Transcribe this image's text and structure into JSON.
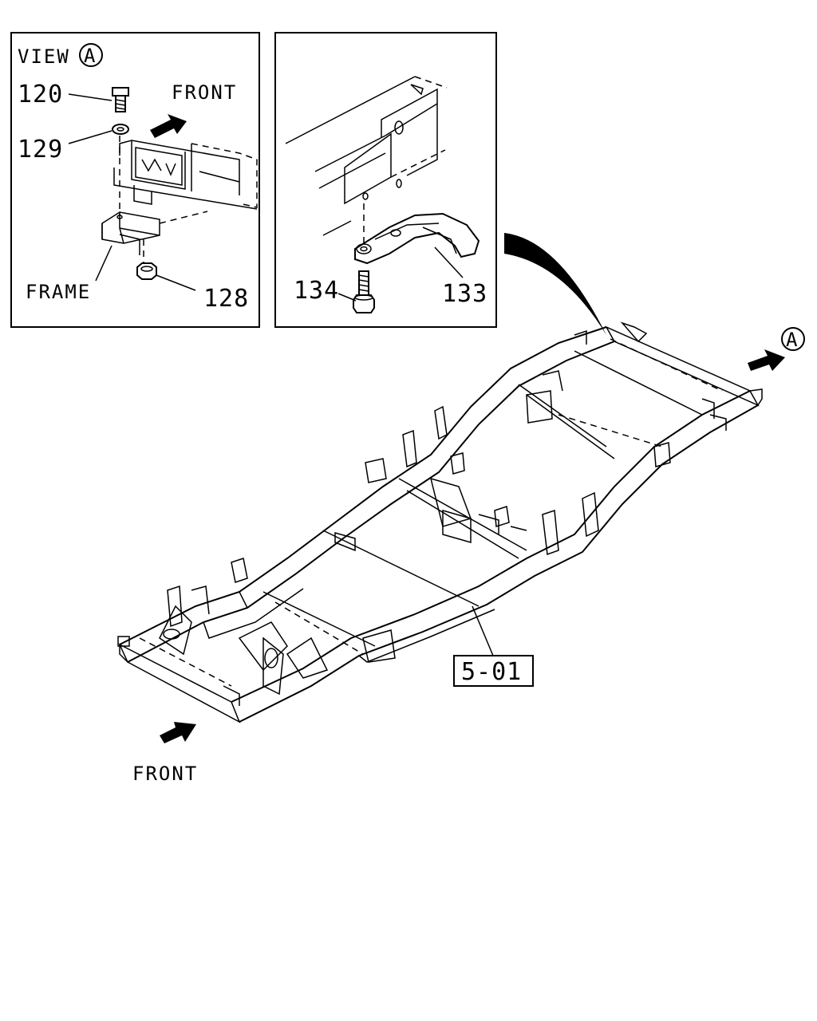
{
  "view_panel": {
    "title": "VIEW",
    "title_marker": "A",
    "front_label": "FRONT",
    "frame_label": "FRAME",
    "callouts": [
      "120",
      "129",
      "128"
    ]
  },
  "bracket_panel": {
    "callouts": [
      "134",
      "133"
    ]
  },
  "main": {
    "view_marker": "A",
    "front_label": "FRONT",
    "reference_box": "5-01"
  }
}
